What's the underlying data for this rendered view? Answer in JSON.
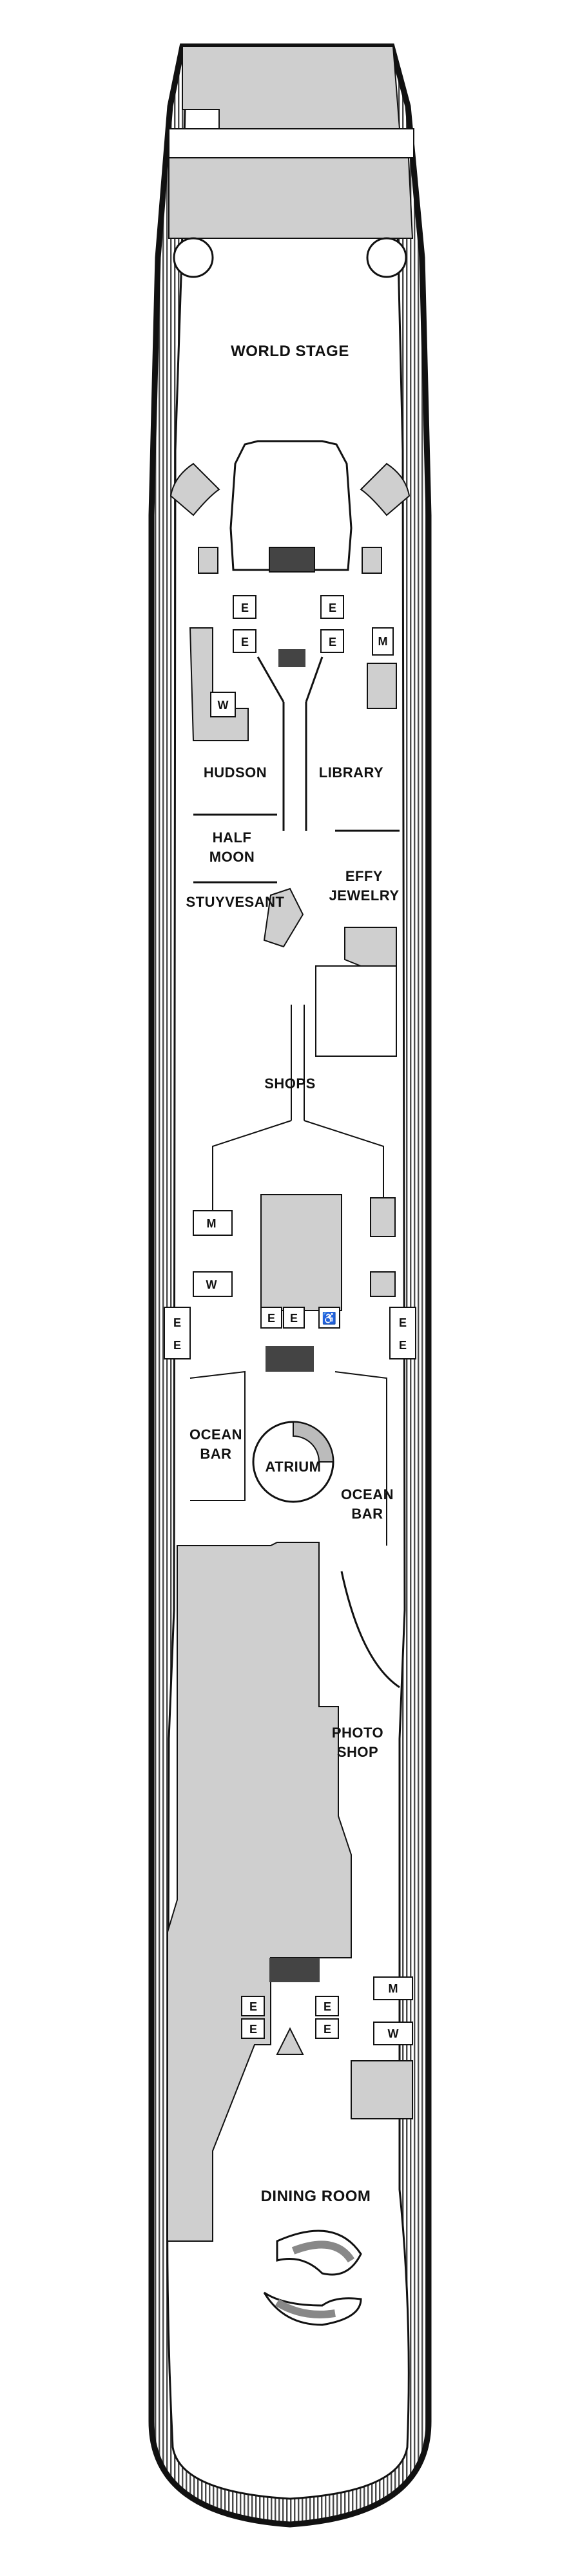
{
  "deck_plan": {
    "areas": {
      "world_stage": "WORLD STAGE",
      "hudson": "HUDSON",
      "library": "LIBRARY",
      "half_moon_1": "HALF",
      "half_moon_2": "MOON",
      "effy_1": "EFFY",
      "effy_2": "JEWELRY",
      "stuyvesant": "STUYVESANT",
      "shops": "SHOPS",
      "ocean_bar_left_1": "OCEAN",
      "ocean_bar_left_2": "BAR",
      "atrium": "ATRIUM",
      "ocean_bar_right_1": "OCEAN",
      "ocean_bar_right_2": "BAR",
      "photo_shop_1": "PHOTO",
      "photo_shop_2": "SHOP",
      "dining_room": "DINING ROOM"
    },
    "symbols": {
      "elevator": "E",
      "mens_restroom": "M",
      "womens_restroom": "W",
      "accessible": "♿"
    },
    "colors": {
      "hull_outline": "#111111",
      "deck_shade": "#cfcfcf",
      "open_space": "#ffffff",
      "stripes": "#555555"
    }
  }
}
